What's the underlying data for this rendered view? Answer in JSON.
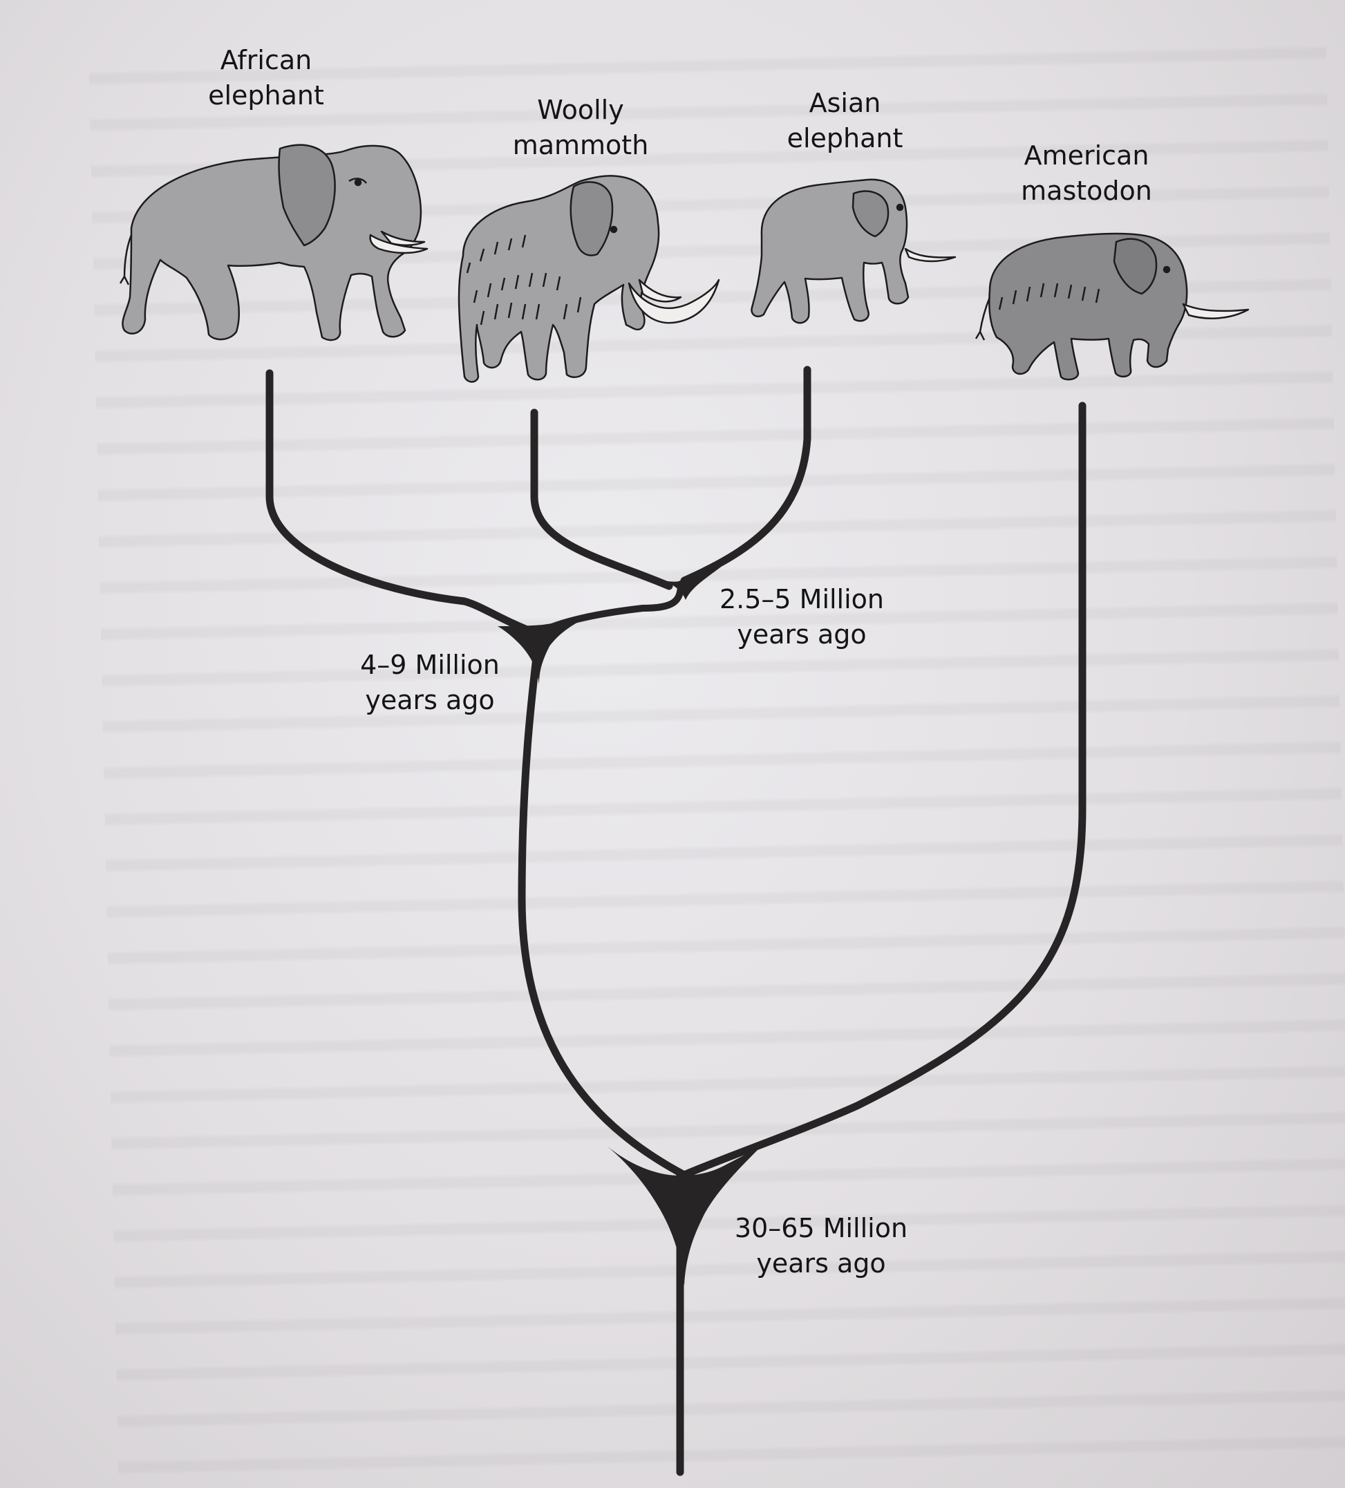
{
  "taxa": [
    {
      "line1": "African",
      "line2": "elephant"
    },
    {
      "line1": "Woolly",
      "line2": "mammoth"
    },
    {
      "line1": "Asian",
      "line2": "elephant"
    },
    {
      "line1": "American",
      "line2": "mastodon"
    }
  ],
  "divergences": [
    {
      "line1": "2.5–5 Million",
      "line2": "years ago"
    },
    {
      "line1": "4–9 Million",
      "line2": "years ago"
    },
    {
      "line1": "30–65 Million",
      "line2": "years ago"
    }
  ],
  "colors": {
    "branch": "#262424",
    "animal_light": "#a3a3a5",
    "animal_dark": "#8d8c8e",
    "outline": "#1c1c1c",
    "tusk": "#f1efee"
  }
}
